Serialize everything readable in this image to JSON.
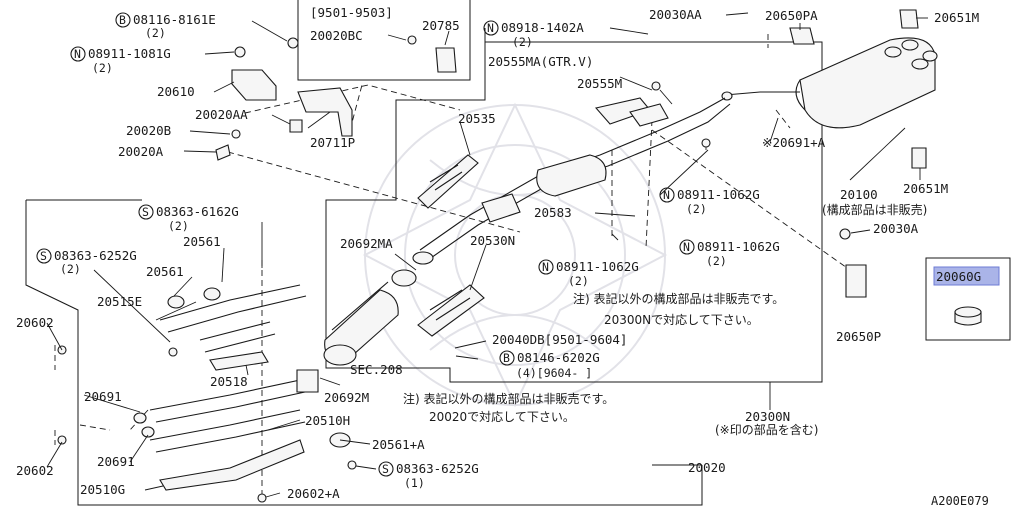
{
  "diagram": {
    "code": "A200E079",
    "highlighted_part": "20060G",
    "highlight_color": "#aab4e8",
    "callouts": {
      "c01": "B",
      "c01_num": "08116-8161E",
      "c01_qty": "(2)",
      "c02": "N",
      "c02_num": "08911-1081G",
      "c02_qty": "(2)",
      "c03": "20610",
      "c04": "20020AA",
      "c05": "20020B",
      "c06": "20020A",
      "c07": "20711P",
      "c08": "[9501-9503]",
      "c09": "20020BC",
      "c10": "20785",
      "c11": "N",
      "c11_num": "08918-1402A",
      "c11_qty": "(2)",
      "c12": "20030AA",
      "c13": "20650PA",
      "c14": "20651M",
      "c15": "20555MA(GTR.V)",
      "c16": "20555M",
      "c17": "20535",
      "c18": "※20691+A",
      "c19": "20100",
      "c20": "(構成部品は非販売)",
      "c21": "20651M",
      "c22": "N",
      "c22_num": "08911-1062G",
      "c22_qty": "(2)",
      "c23": "S",
      "c23_num": "08363-6162G",
      "c23_qty": "(2)",
      "c24": "20692MA",
      "c25": "20530N",
      "c26": "20583",
      "c27": "20030A",
      "c28": "N",
      "c28_num": "08911-1062G",
      "c28_qty": "(2)",
      "c29": "S",
      "c29_num": "08363-6252G",
      "c29_qty": "(2)",
      "c30": "20561",
      "c31": "20561",
      "c32": "N",
      "c32_num": "08911-1062G",
      "c32_qty": "(2)",
      "c33": "20515E",
      "c34": "注) 表記以外の構成部品は非販売です。",
      "c35": "20300Nで対応して下さい。",
      "c36": "20650P",
      "c37": "20602",
      "c38": "20040DB[9501-9604]",
      "c39": "B",
      "c39_num": "08146-6202G",
      "c39_qty": "(4)[9604-    ]",
      "c40": "SEC.208",
      "c41": "20518",
      "c42": "20692M",
      "c43": "20691",
      "c44": "注) 表記以外の構成部品は非販売です。",
      "c45": "20020で対応して下さい。",
      "c46": "20300N",
      "c47": "(※印の部品を含む)",
      "c48": "20510H",
      "c49": "20561+A",
      "c50": "20691",
      "c51": "S",
      "c51_num": "08363-6252G",
      "c51_qty": "(1)",
      "c52": "20602",
      "c53": "20020",
      "c54": "20510G",
      "c55": "20602+A"
    }
  }
}
